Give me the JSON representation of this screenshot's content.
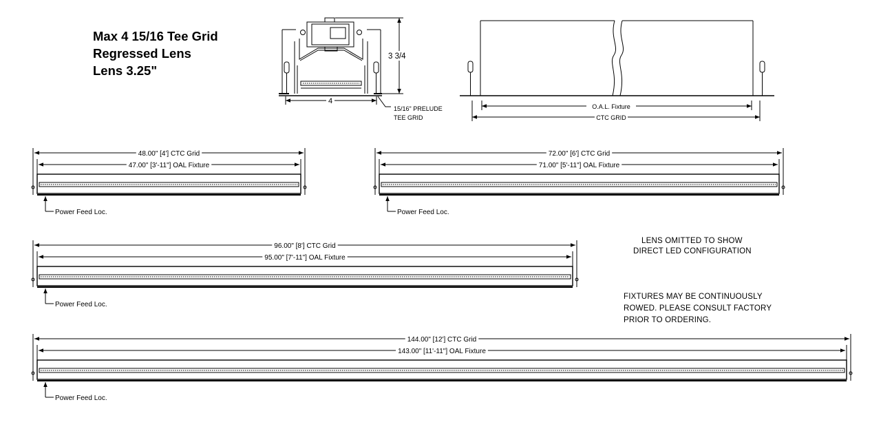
{
  "title": {
    "line1": "Max 4 15/16 Tee Grid",
    "line2": "Regressed Lens",
    "line3": "Lens 3.25\""
  },
  "section": {
    "height_label": "3 3/4",
    "width_label": "4",
    "grid_label_1": "15/16\" PRELUDE",
    "grid_label_2": "TEE GRID"
  },
  "elevation": {
    "oal_label": "O.A.L. Fixture",
    "ctc_label": "CTC GRID"
  },
  "fixtures": [
    {
      "ctc": "48.00\" [4'] CTC Grid",
      "oal": "47.00\" [3'-11\"] OAL Fixture",
      "feed": "Power Feed Loc."
    },
    {
      "ctc": "72.00\" [6'] CTC Grid",
      "oal": "71.00\" [5'-11\"] OAL Fixture",
      "feed": "Power Feed Loc."
    },
    {
      "ctc": "96.00\" [8'] CTC Grid",
      "oal": "95.00\" [7'-11\"] OAL Fixture",
      "feed": "Power Feed Loc."
    },
    {
      "ctc": "144.00\" [12'] CTC Grid",
      "oal": "143.00\" [11'-11\"] OAL Fixture",
      "feed": "Power Feed Loc."
    }
  ],
  "notes": {
    "lens_1": "LENS OMITTED TO SHOW",
    "lens_2": "DIRECT LED CONFIGURATION",
    "rows_1": "FIXTURES MAY BE CONTINUOUSLY",
    "rows_2": "ROWED. PLEASE CONSULT FACTORY",
    "rows_3": "PRIOR TO ORDERING."
  }
}
